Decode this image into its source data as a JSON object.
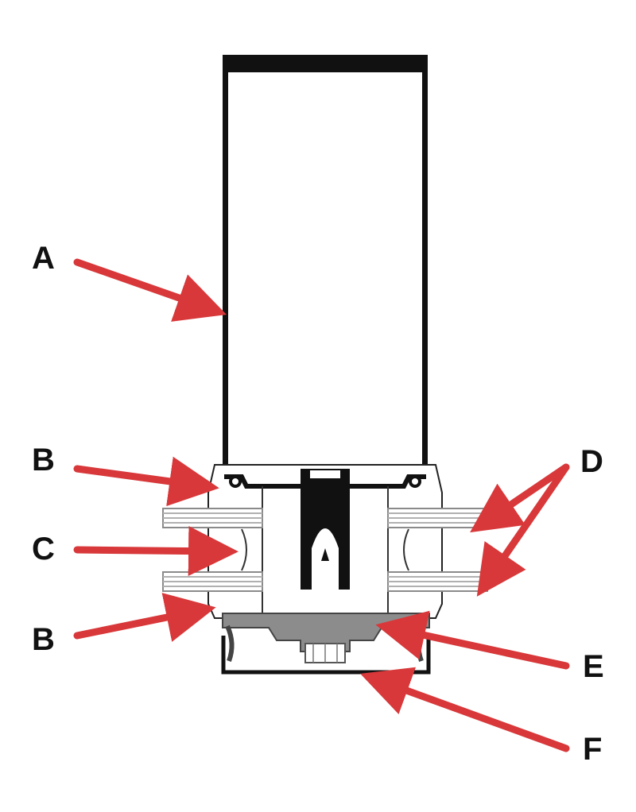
{
  "colors": {
    "frame": "#111111",
    "arrow": "#d8383a",
    "glass": "#9a9a9a",
    "gasket": "#8c8c8c",
    "background": "#ffffff"
  },
  "labels": {
    "a": "A",
    "b_top": "B",
    "c": "C",
    "b_bottom": "B",
    "d": "D",
    "e": "E",
    "f": "F"
  }
}
